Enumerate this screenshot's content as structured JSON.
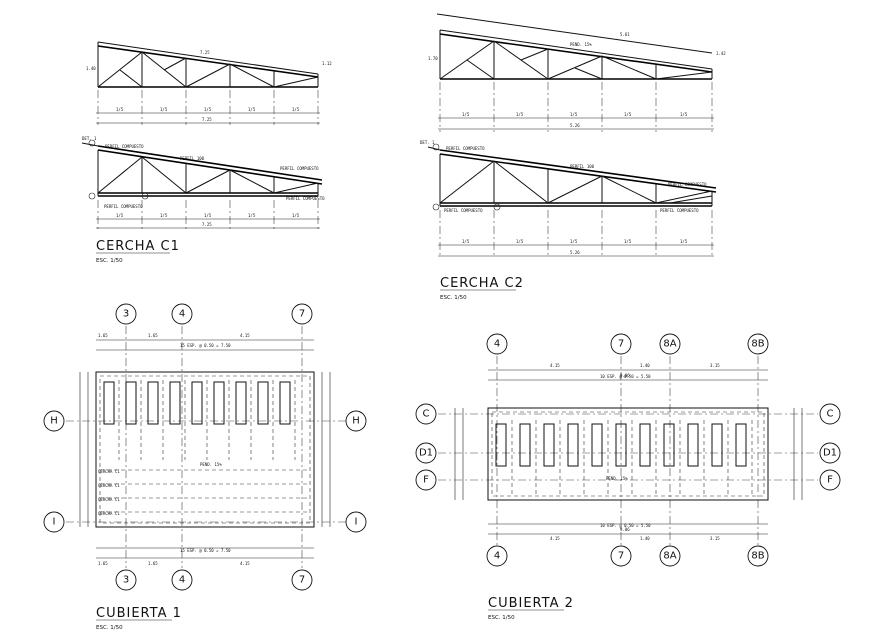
{
  "drawings": {
    "c1": {
      "title": "CERCHA C1",
      "scale": "ESC. 1/50"
    },
    "c2": {
      "title": "CERCHA C2",
      "scale": "ESC. 1/50"
    },
    "cub1": {
      "title": "CUBIERTA 1",
      "scale": "ESC. 1/50"
    },
    "cub2": {
      "title": "CUBIERTA 2",
      "scale": "ESC. 1/50"
    }
  },
  "axes": {
    "cub1_columns": [
      "3",
      "4",
      "7"
    ],
    "cub1_rows": [
      "H",
      "I"
    ],
    "cub2_columns": [
      "4",
      "7",
      "8A",
      "8B"
    ],
    "cub2_rows": [
      "C",
      "D1",
      "F"
    ]
  },
  "cub1": {
    "truss_labels": [
      "CERCHA C1",
      "CERCHA C1",
      "CERCHA C1",
      "CERCHA C1"
    ],
    "pend": "PEND. 15%",
    "correas": "15 ESP. @ 0.50 = 7.50"
  },
  "cub2": {
    "pend": "PEND. 15%",
    "correas": "10 ESP. @ 0.50 = 5.50"
  },
  "colors": {
    "line": "#111111",
    "background": "#ffffff"
  }
}
